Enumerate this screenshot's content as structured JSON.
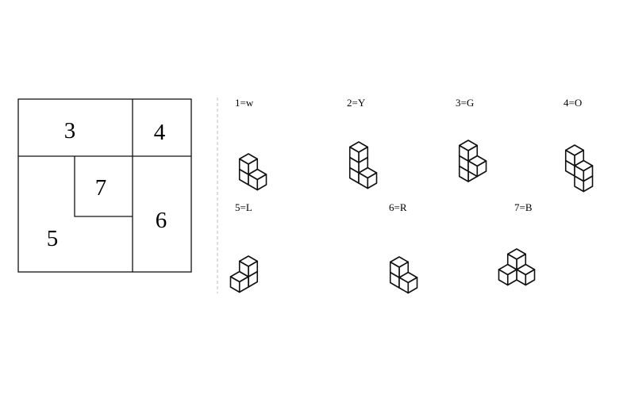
{
  "grid": {
    "regions": [
      {
        "id": "r3",
        "label": "3"
      },
      {
        "id": "r4",
        "label": "4"
      },
      {
        "id": "r7",
        "label": "7"
      },
      {
        "id": "r5",
        "label": "5"
      },
      {
        "id": "r6",
        "label": "6"
      }
    ]
  },
  "pieces": [
    {
      "id": "1",
      "label": "1=w"
    },
    {
      "id": "2",
      "label": "2=Y"
    },
    {
      "id": "3",
      "label": "3=G"
    },
    {
      "id": "4",
      "label": "4=O"
    },
    {
      "id": "5",
      "label": "5=L"
    },
    {
      "id": "6",
      "label": "6=R"
    },
    {
      "id": "7",
      "label": "7=B"
    }
  ]
}
